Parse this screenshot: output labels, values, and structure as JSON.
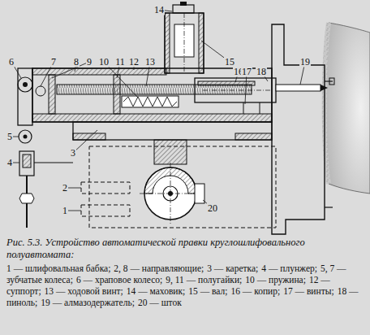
{
  "diagram": {
    "caption": "Рис. 5.3. Устройство автоматической правки круглошлифовального полуавтомата:",
    "labels": [
      "14",
      "6",
      "7",
      "8",
      "9",
      "10",
      "11",
      "12",
      "13",
      "19",
      "15",
      "16",
      "17",
      "18",
      "5",
      "4",
      "3",
      "2",
      "1",
      "20",
      "1 — шлифовальная бабка;",
      "2, 8 — направляющие;",
      "3 — каретка;",
      "4 — плунжер;",
      "5, 7 — зубчатые колеса;",
      "6 — храповое колесо;",
      "9, 11 — полугайки;",
      "10 — пружина;",
      "12 — суппорт;",
      "13 — ходовой винт;",
      "14 — маховик;",
      "15 — вал;",
      "16 — копир;",
      "17 — винты;",
      "18 — пиноль;",
      "19 — алмазодержатель;",
      "20 — шток"
    ]
  }
}
